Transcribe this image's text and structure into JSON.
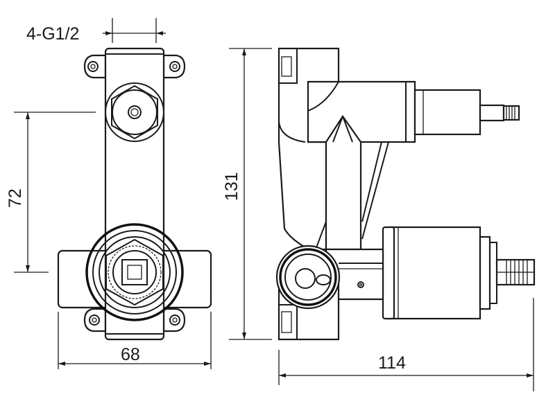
{
  "dimensions": {
    "thread": "4-G1/2",
    "center_distance": "72",
    "width_front": "68",
    "height": "131",
    "depth": "114"
  }
}
